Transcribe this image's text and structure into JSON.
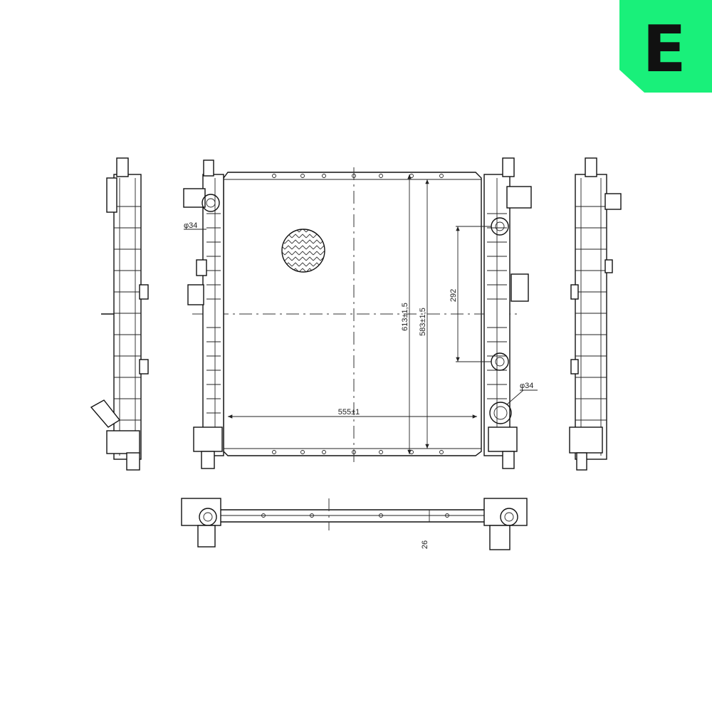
{
  "brand": {
    "logo_letter": "E",
    "color": "#19f07a"
  },
  "dimensions": {
    "width": "555±1",
    "height_total": "613±1,5",
    "height_core": "583±1,5",
    "port_spacing": "292",
    "port_diameter_left": "φ34",
    "port_diameter_right": "φ34",
    "depth": "26"
  },
  "colors": {
    "line": "#111111",
    "background": "#ffffff"
  }
}
